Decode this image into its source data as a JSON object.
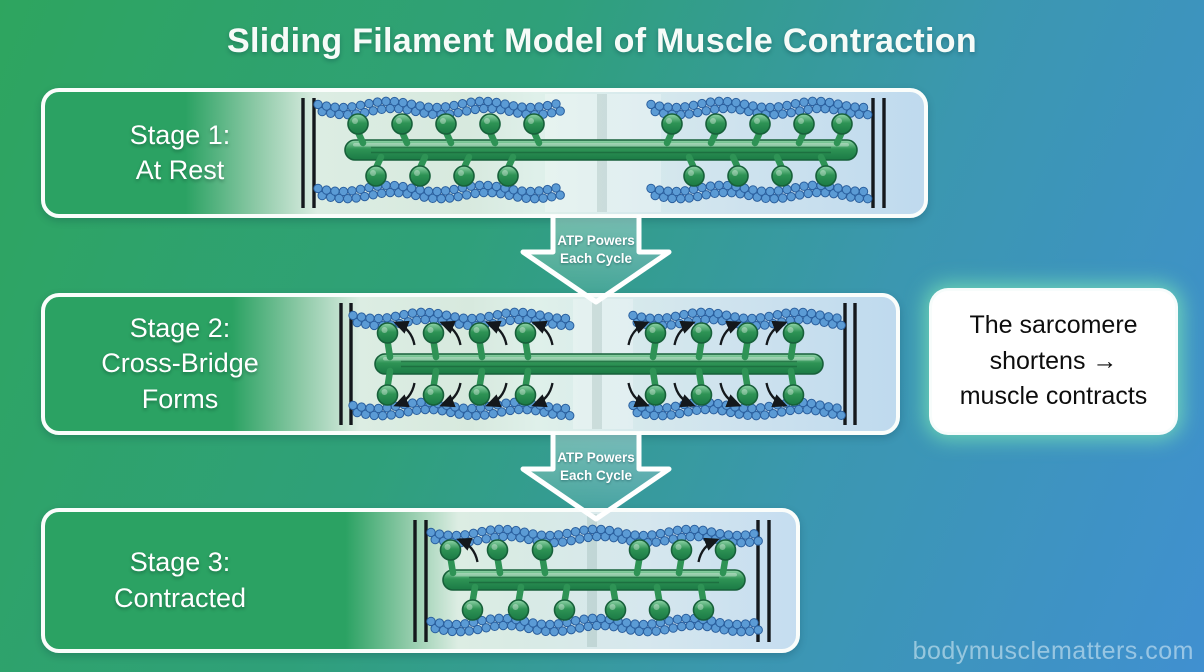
{
  "title": "Sliding Filament Model of Muscle Contraction",
  "stages": [
    {
      "label": "Stage 1:\nAt Rest"
    },
    {
      "label": "Stage 2:\nCross-Bridge\nForms"
    },
    {
      "label": "Stage 3:\nContracted"
    }
  ],
  "arrows": [
    {
      "label": "ATP Powers\nEach Cycle"
    },
    {
      "label": "ATP Powers\nEach Cycle"
    }
  ],
  "callout": {
    "text": "The sarcomere\nshortens →\nmuscle contracts"
  },
  "watermark": "bodymusclematters.com",
  "colors": {
    "bg-green": "#2EA55F",
    "bg-blue": "#4090D0",
    "panel-green": "#2BA263",
    "myosin-green": "#2E9355",
    "actin-blue": "#5B9BD5",
    "outline-dark": "#14181C"
  }
}
